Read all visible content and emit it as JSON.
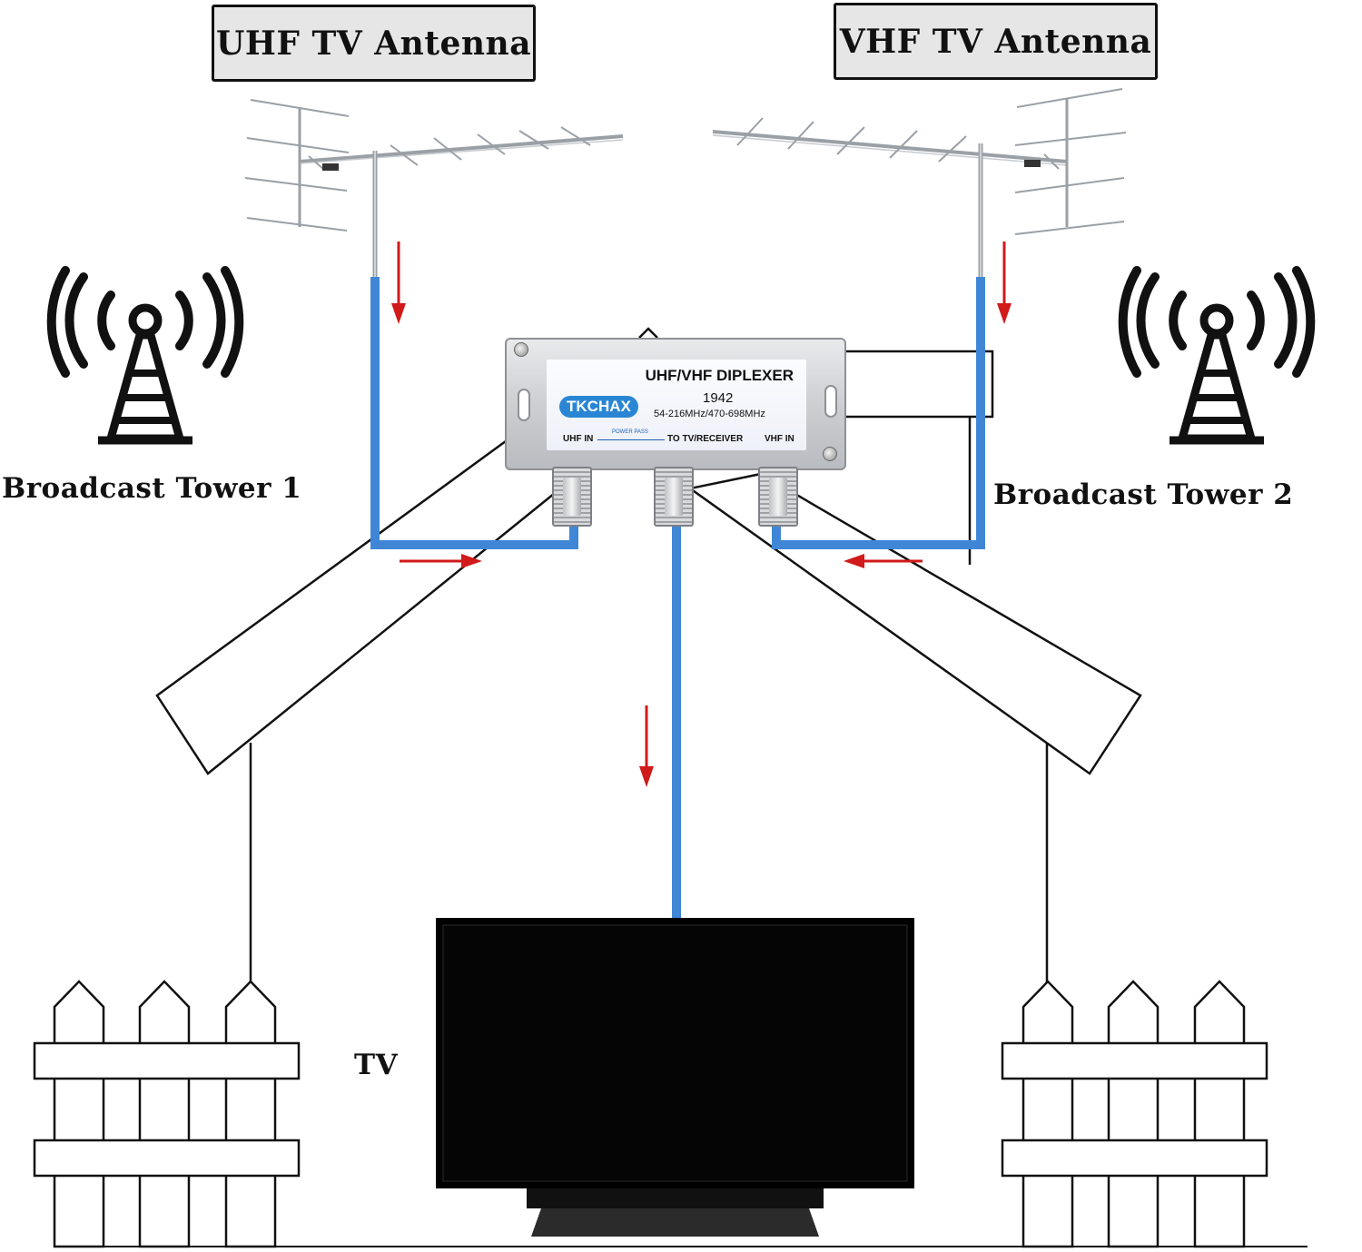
{
  "labels": {
    "uhf_antenna": "UHF TV Antenna",
    "vhf_antenna": "VHF TV Antenna",
    "tower_1": "Broadcast Tower 1",
    "tower_2": "Broadcast Tower 2",
    "tv": "TV"
  },
  "diplexer": {
    "title": "UHF/VHF DIPLEXER",
    "brand": "TKCHAX",
    "model": "1942",
    "range": "54-216MHz/470-698MHz",
    "port_uhf": "UHF IN",
    "power_pass": "POWER PASS",
    "port_tv": "TO TV/RECEIVER",
    "port_vhf": "VHF IN"
  },
  "colors": {
    "cable": "#3f87d6",
    "arrow": "#d11a1a",
    "outline": "#111111",
    "label_bg": "#e6e6e6",
    "brand_badge": "#2a86d4"
  },
  "icons": [
    "broadcast-tower-icon",
    "antenna-icon",
    "arrow-icon",
    "tv-icon",
    "fence-icon",
    "house-icon"
  ]
}
